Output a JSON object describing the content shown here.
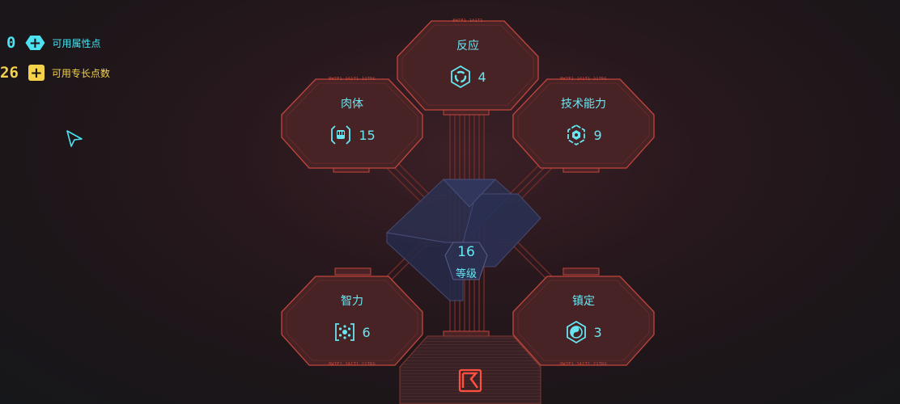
{
  "hud": {
    "attribute_points": {
      "value": "0",
      "label": "可用属性点",
      "icon": "plus-hex-icon"
    },
    "perk_points": {
      "value": "26",
      "label": "可用专长点数",
      "icon": "plus-square-icon"
    }
  },
  "attributes": [
    {
      "id": "reflexes",
      "name": "反应",
      "value": "4",
      "icon": "reflexes-icon",
      "tag": "8W7F1  1A1T1"
    },
    {
      "id": "body",
      "name": "肉体",
      "value": "15",
      "icon": "body-fist-icon",
      "tag": "8W7F1  1A1T1  21TRG"
    },
    {
      "id": "technical",
      "name": "技术能力",
      "value": "9",
      "icon": "technical-icon",
      "tag": "8W7F1  1A1T1  21TRG"
    },
    {
      "id": "intelligence",
      "name": "智力",
      "value": "6",
      "icon": "intelligence-icon",
      "tag": "8W7F1  1A1T1  21TRG"
    },
    {
      "id": "cool",
      "name": "镇定",
      "value": "3",
      "icon": "cool-yinyang-icon",
      "tag": "8W7F1  1A1T1  21TRG"
    }
  ],
  "level": {
    "value": "16",
    "label": "等级"
  },
  "colors": {
    "accent_cyan": "#67e6f2",
    "hud_yellow": "#f4d24a",
    "panel_red": "#c4463c",
    "panel_fill": "#4a2326",
    "level_blue": "#2a3052"
  }
}
